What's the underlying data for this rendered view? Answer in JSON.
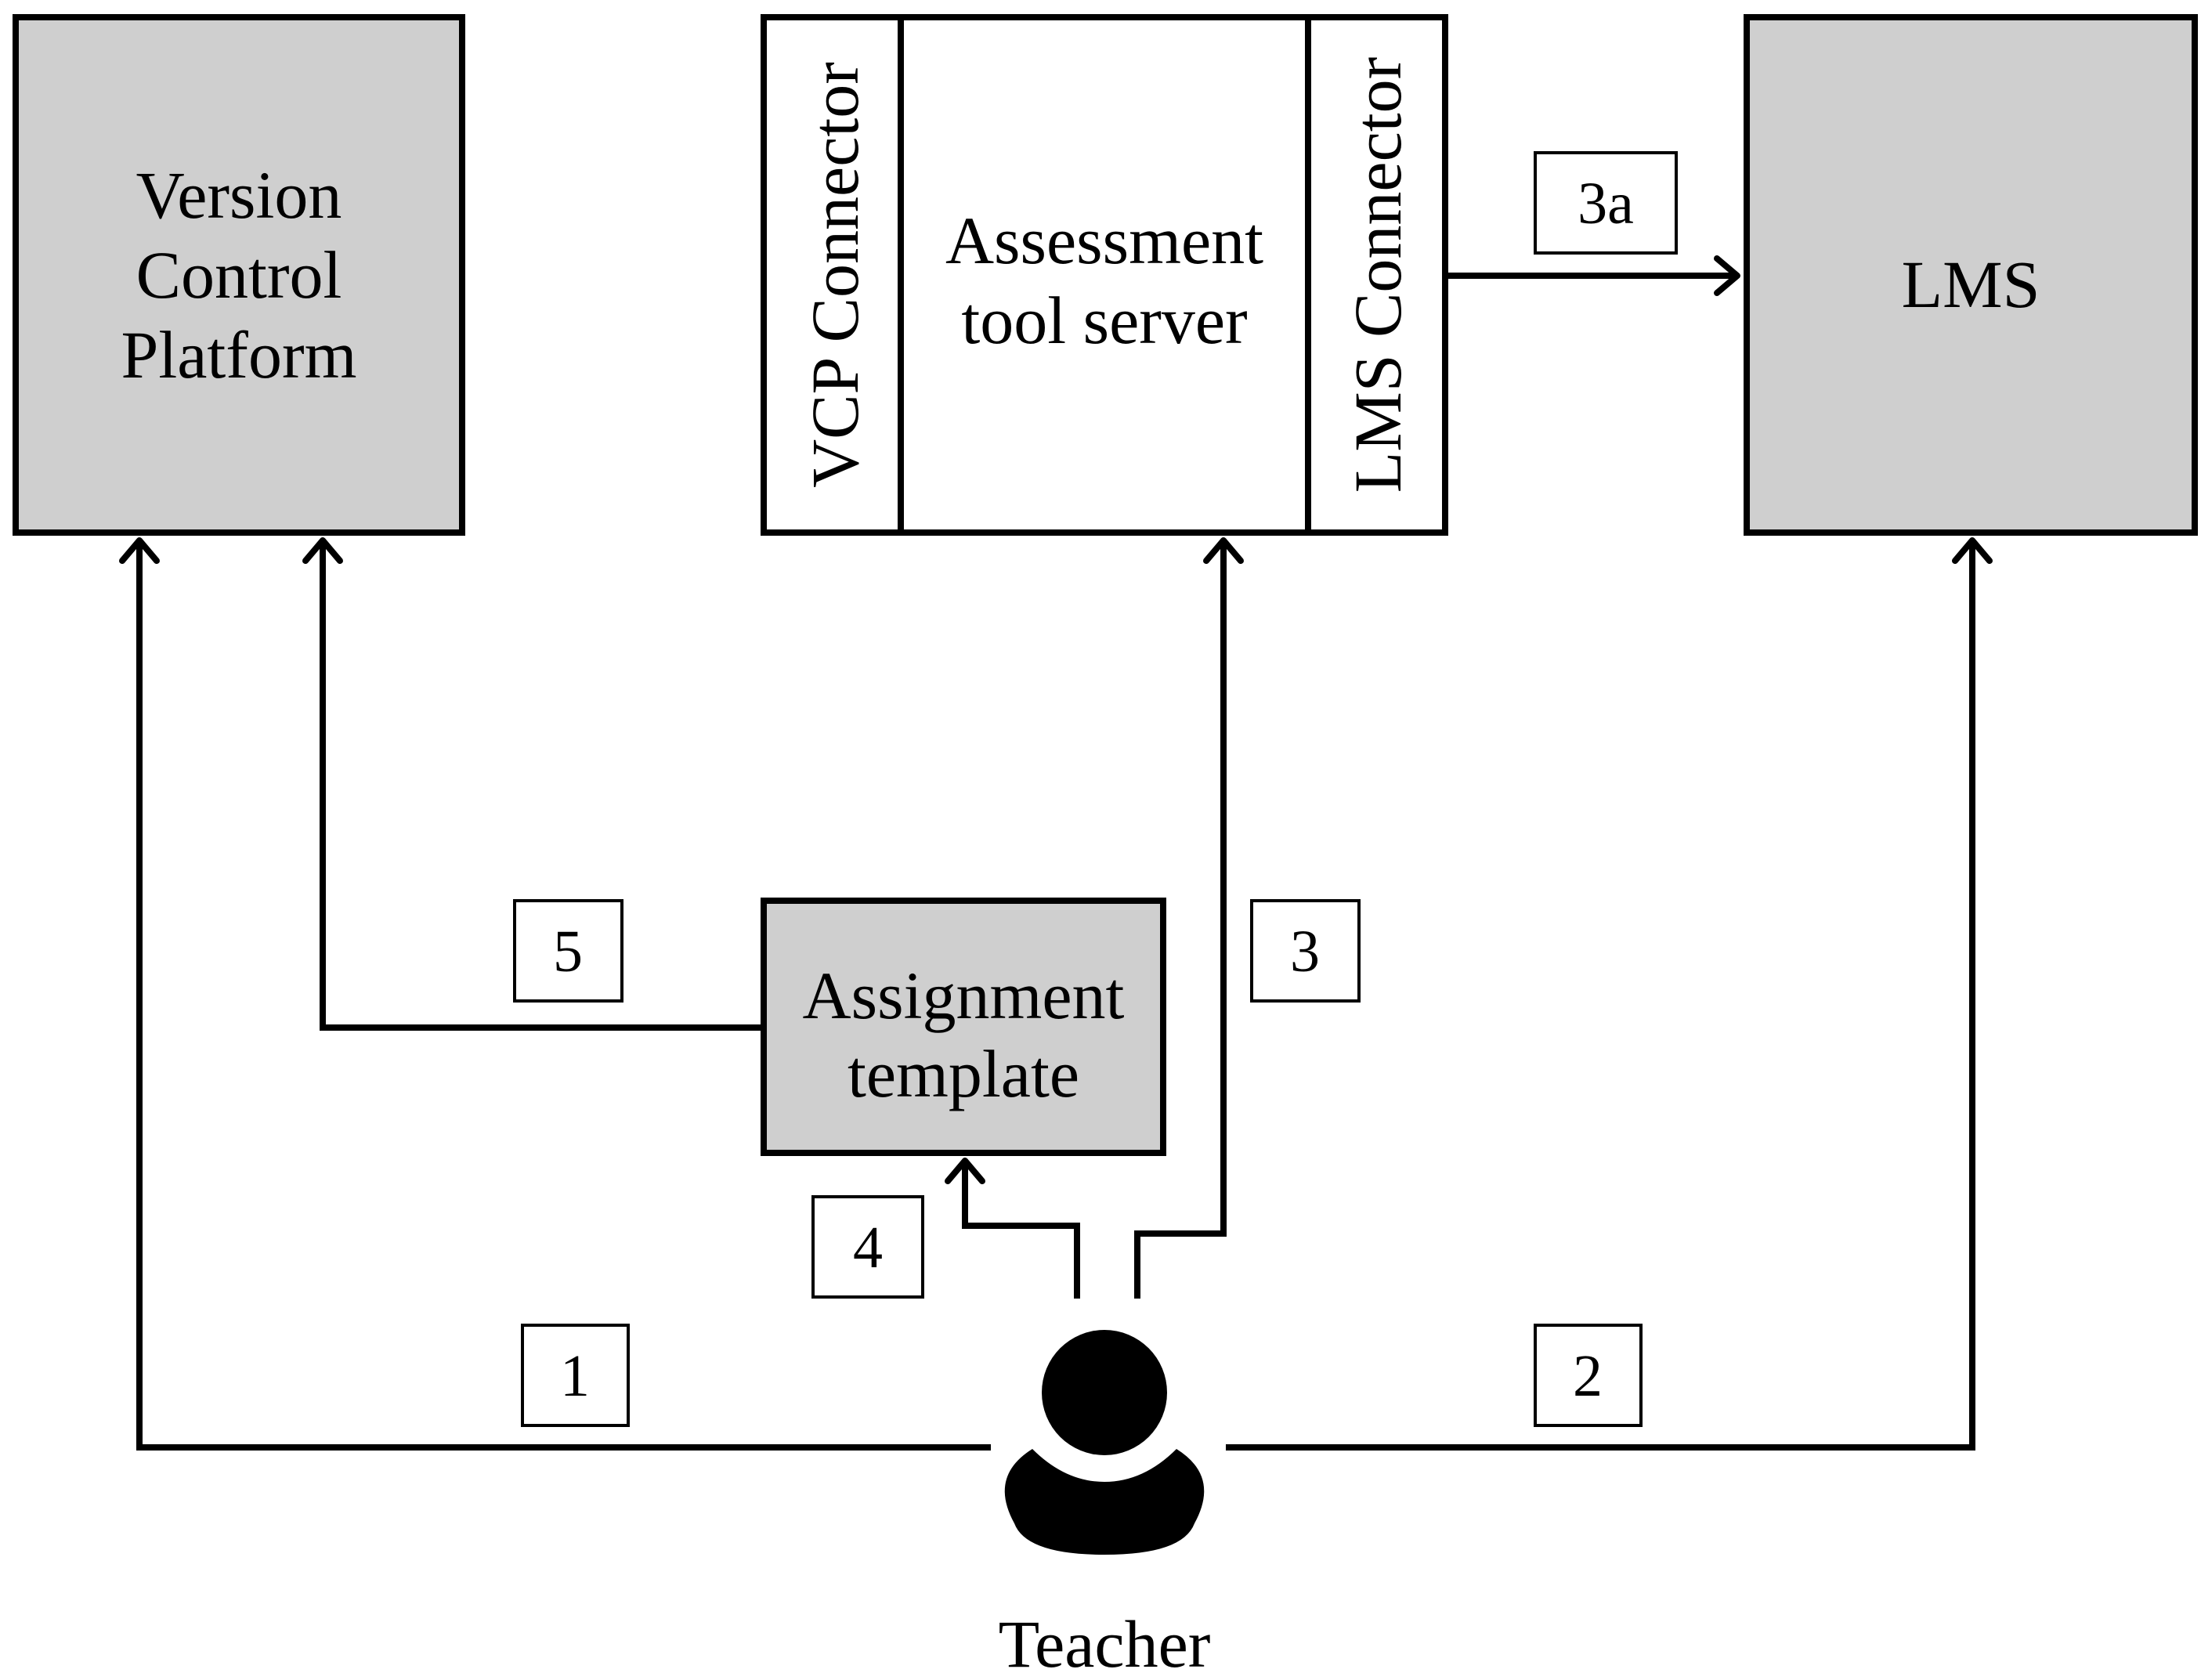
{
  "nodes": {
    "vcp": {
      "lines": [
        "Version",
        "Control",
        "Platform"
      ]
    },
    "vcp_connector": {
      "label": "VCP Connector"
    },
    "assessment_server": {
      "lines": [
        "Assessment",
        "tool server"
      ]
    },
    "lms_connector": {
      "label": "LMS Connector"
    },
    "lms": {
      "label": "LMS"
    },
    "assignment_template": {
      "lines": [
        "Assignment",
        "template"
      ]
    },
    "teacher": {
      "label": "Teacher"
    }
  },
  "steps": {
    "s1": "1",
    "s2": "2",
    "s3": "3",
    "s3a": "3a",
    "s4": "4",
    "s5": "5"
  },
  "colors": {
    "box_fill": "#cfcfcf",
    "stroke": "#000000",
    "background": "#ffffff"
  },
  "icons": {
    "teacher": "person-icon"
  }
}
